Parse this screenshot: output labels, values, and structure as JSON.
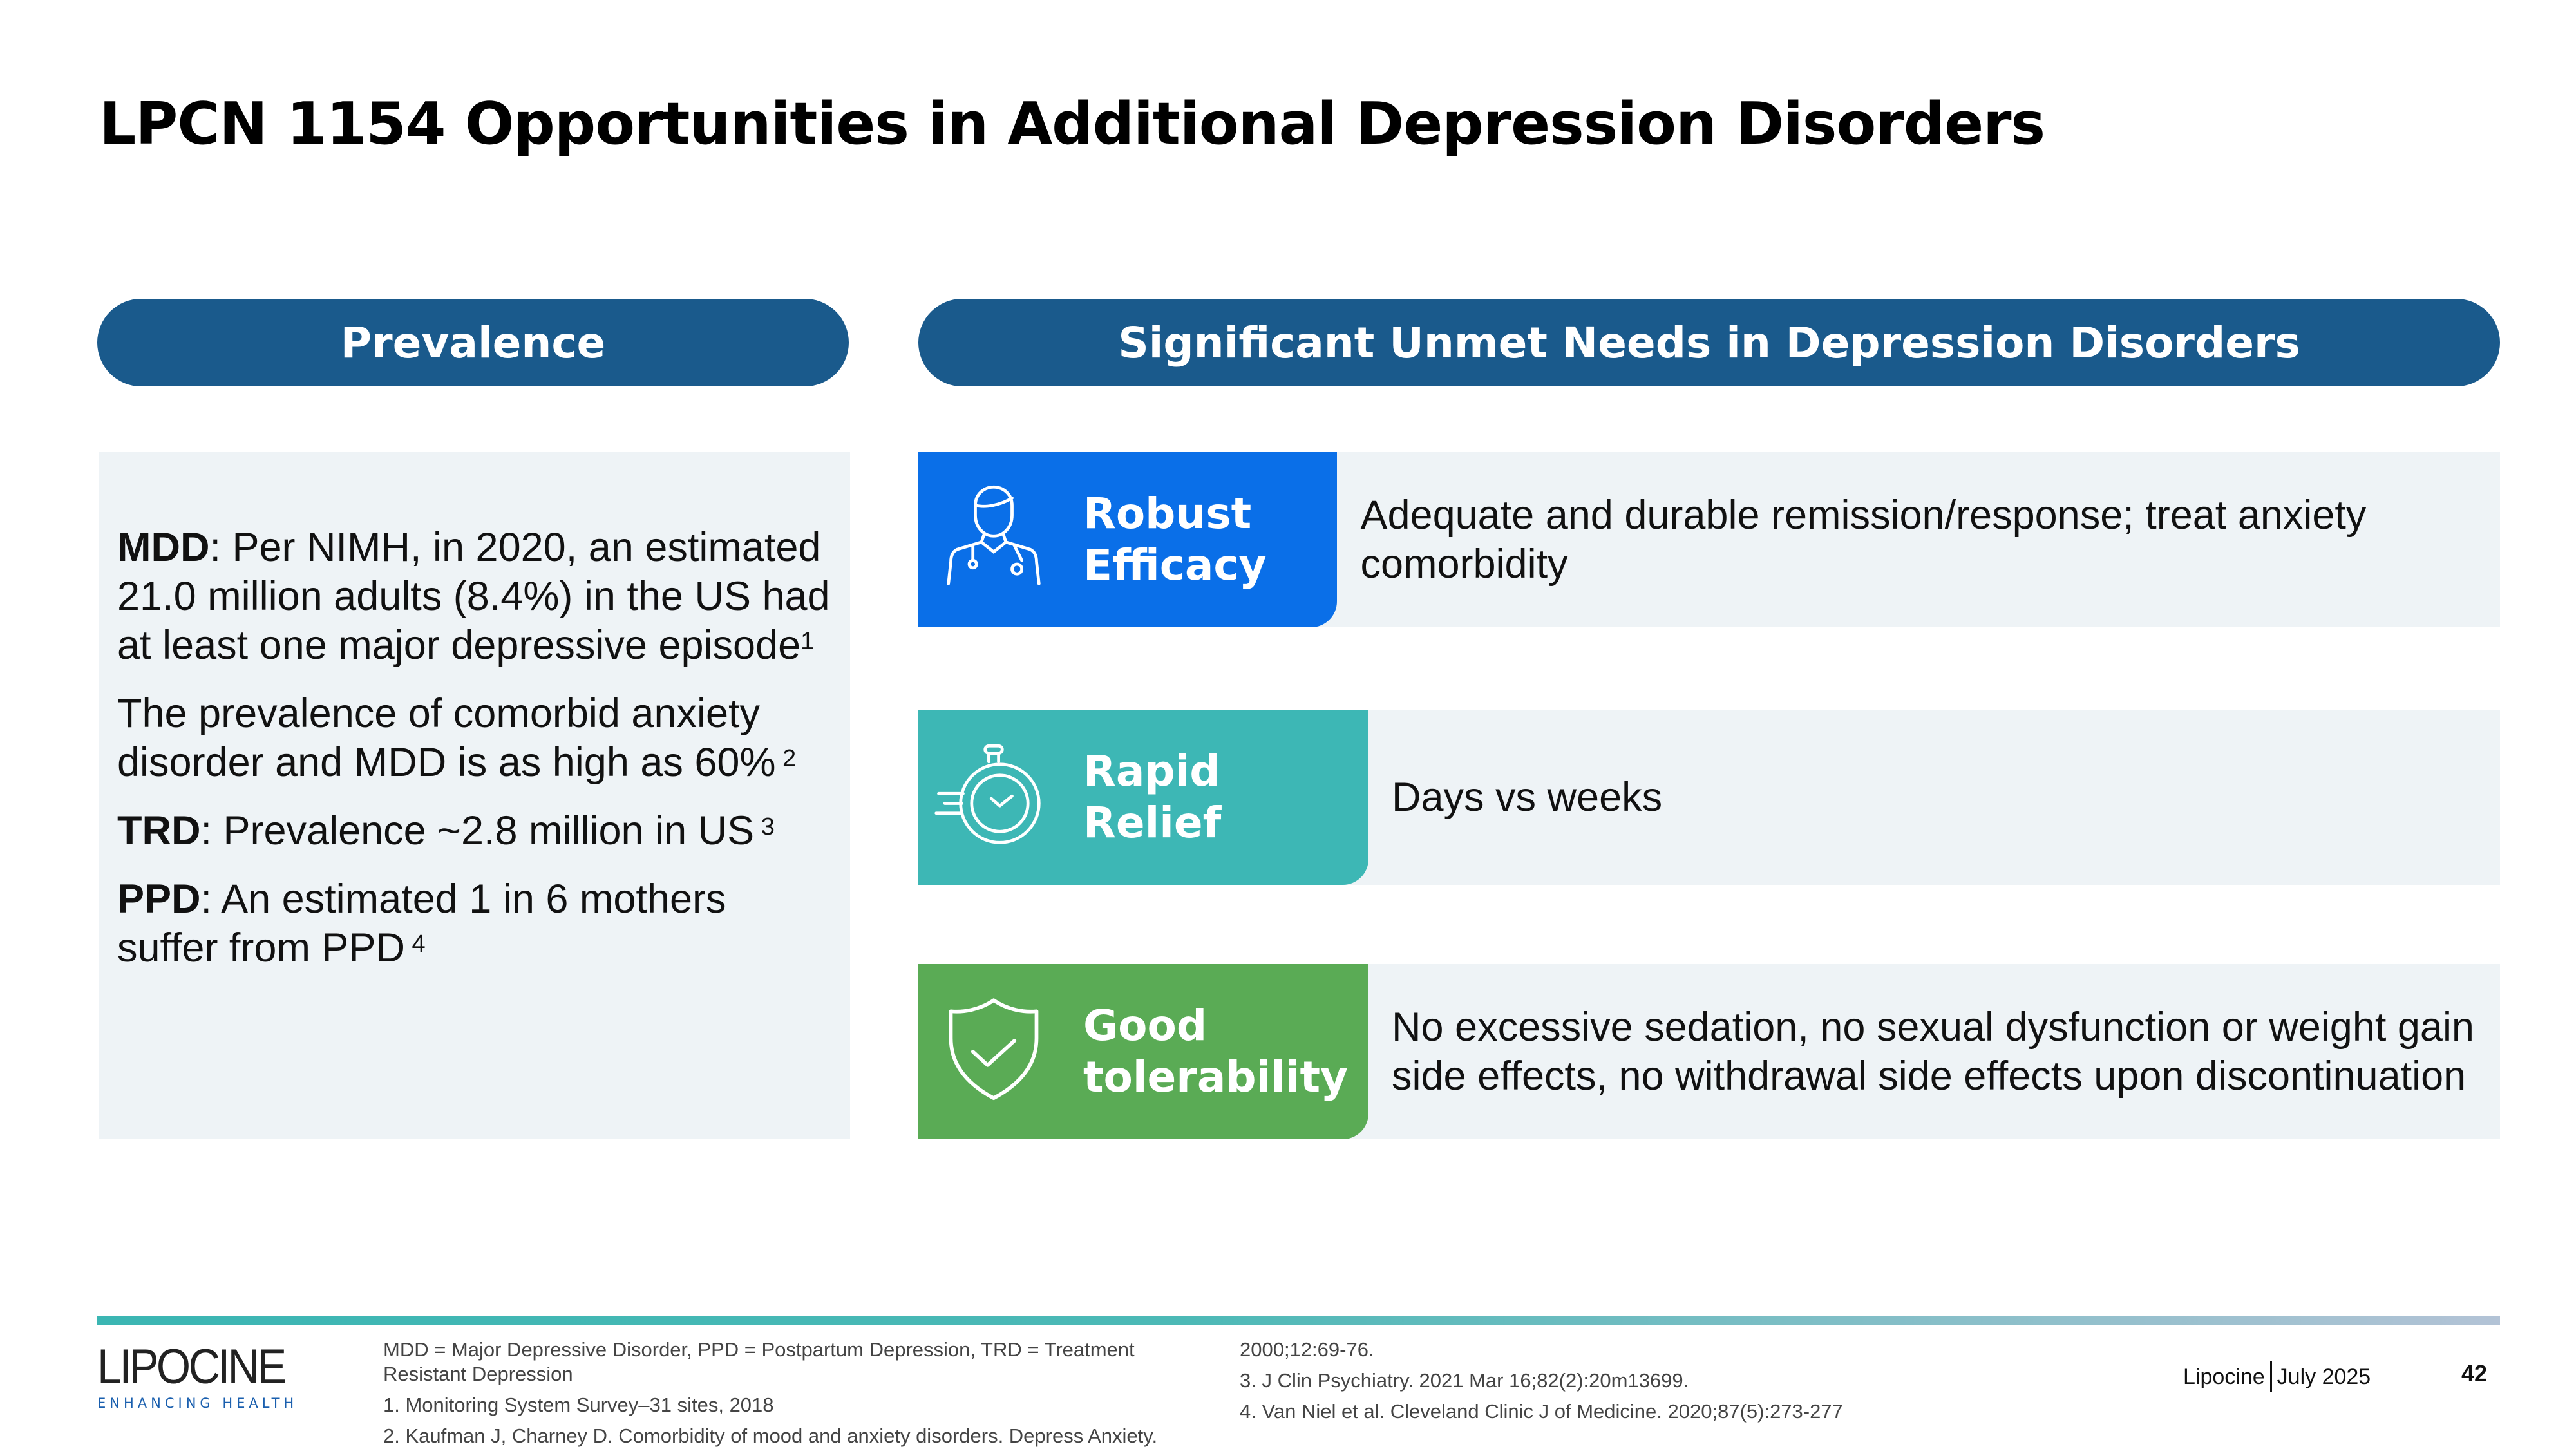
{
  "title": "LPCN 1154 Opportunities in Additional Depression Disorders",
  "prevalence": {
    "header": "Prevalence",
    "items": [
      {
        "term": "MDD",
        "text": ": Per NIMH, in 2020, an estimated 21.0 million adults (8.4%) in the US had at least one major depressive episode",
        "ref": "1"
      },
      {
        "term": "",
        "text": "The prevalence of comorbid anxiety disorder and MDD is as high as 60%",
        "ref": " 2"
      },
      {
        "term": "TRD",
        "text": ": Prevalence ~2.8 million in US",
        "ref": " 3"
      },
      {
        "term": "PPD",
        "text": ": An estimated 1 in 6 mothers suffer from PPD",
        "ref": " 4"
      }
    ]
  },
  "needs": {
    "header": "Significant Unmet Needs in Depression Disorders",
    "rows": [
      {
        "label": "Robust Efficacy",
        "desc": "Adequate and durable remission/response; treat anxiety comorbidity",
        "color": "#0a6fe8",
        "icon": "doctor-icon"
      },
      {
        "label": "Rapid Relief",
        "desc": "Days vs weeks",
        "color": "#3db7b5",
        "icon": "stopwatch-icon"
      },
      {
        "label": "Good tolerability",
        "desc": "No excessive sedation, no sexual dysfunction or weight gain side effects, no withdrawal side effects upon discontinuation",
        "color": "#5aab55",
        "icon": "shield-check-icon"
      }
    ]
  },
  "footer": {
    "logo": "LIPOCINE",
    "logo_tagline": "ENHANCING HEALTH",
    "notes_col1": [
      "MDD = Major Depressive Disorder, PPD = Postpartum Depression, TRD = Treatment Resistant Depression",
      "1. Monitoring System Survey–31 sites, 2018",
      "2. Kaufman J, Charney D. Comorbidity of mood and anxiety disorders. Depress Anxiety."
    ],
    "notes_col2": [
      "2000;12:69-76.",
      "3. J Clin Psychiatry. 2021 Mar 16;82(2):20m13699.",
      "4. Van Niel et al. Cleveland Clinic J of Medicine. 2020;87(5):273-277"
    ],
    "company": "Lipocine",
    "date": "July 2025",
    "page": "42"
  }
}
